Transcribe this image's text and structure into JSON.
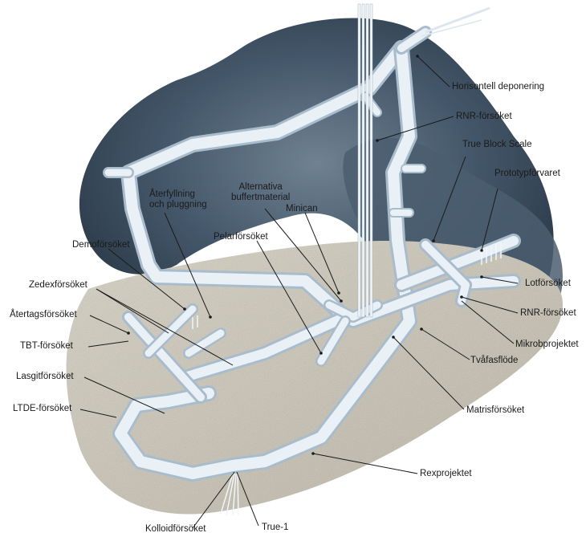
{
  "labels": {
    "horisontell": "Horisontell deponering",
    "rnr_top": "RNR-försöket",
    "true_block": "True Block Scale",
    "prototyp": "Prototypförvaret",
    "alternativa": "Alternativa\nbuffertmaterial",
    "aterfyllning": "Återfyllning\noch pluggning",
    "minican": "Minican",
    "pelar": "Pelarförsöket",
    "demo": "Demoförsöket",
    "zedex": "Zedexförsöket",
    "atertags": "Återtagsförsöket",
    "tbt": "TBT-försöket",
    "lasgit": "Lasgitförsöket",
    "ltde": "LTDE-försöket",
    "lot": "Lotförsöket",
    "rnr_right": "RNR-försöket",
    "mikrob": "Mikrobprojektet",
    "tvafas": "Tvåfasflöde",
    "matris": "Matrisförsöket",
    "rexprojektet": "Rexprojektet",
    "true1": "True-1",
    "kolloid": "Kolloidförsöket"
  },
  "colors": {
    "rock_dark": "#2b3a48",
    "rock_mid": "#5f7282",
    "floor": "#c9c3b3",
    "tunnel_face": "#e9f1f7",
    "tunnel_edge": "#a9bccb",
    "leader": "#1a1a1a"
  }
}
